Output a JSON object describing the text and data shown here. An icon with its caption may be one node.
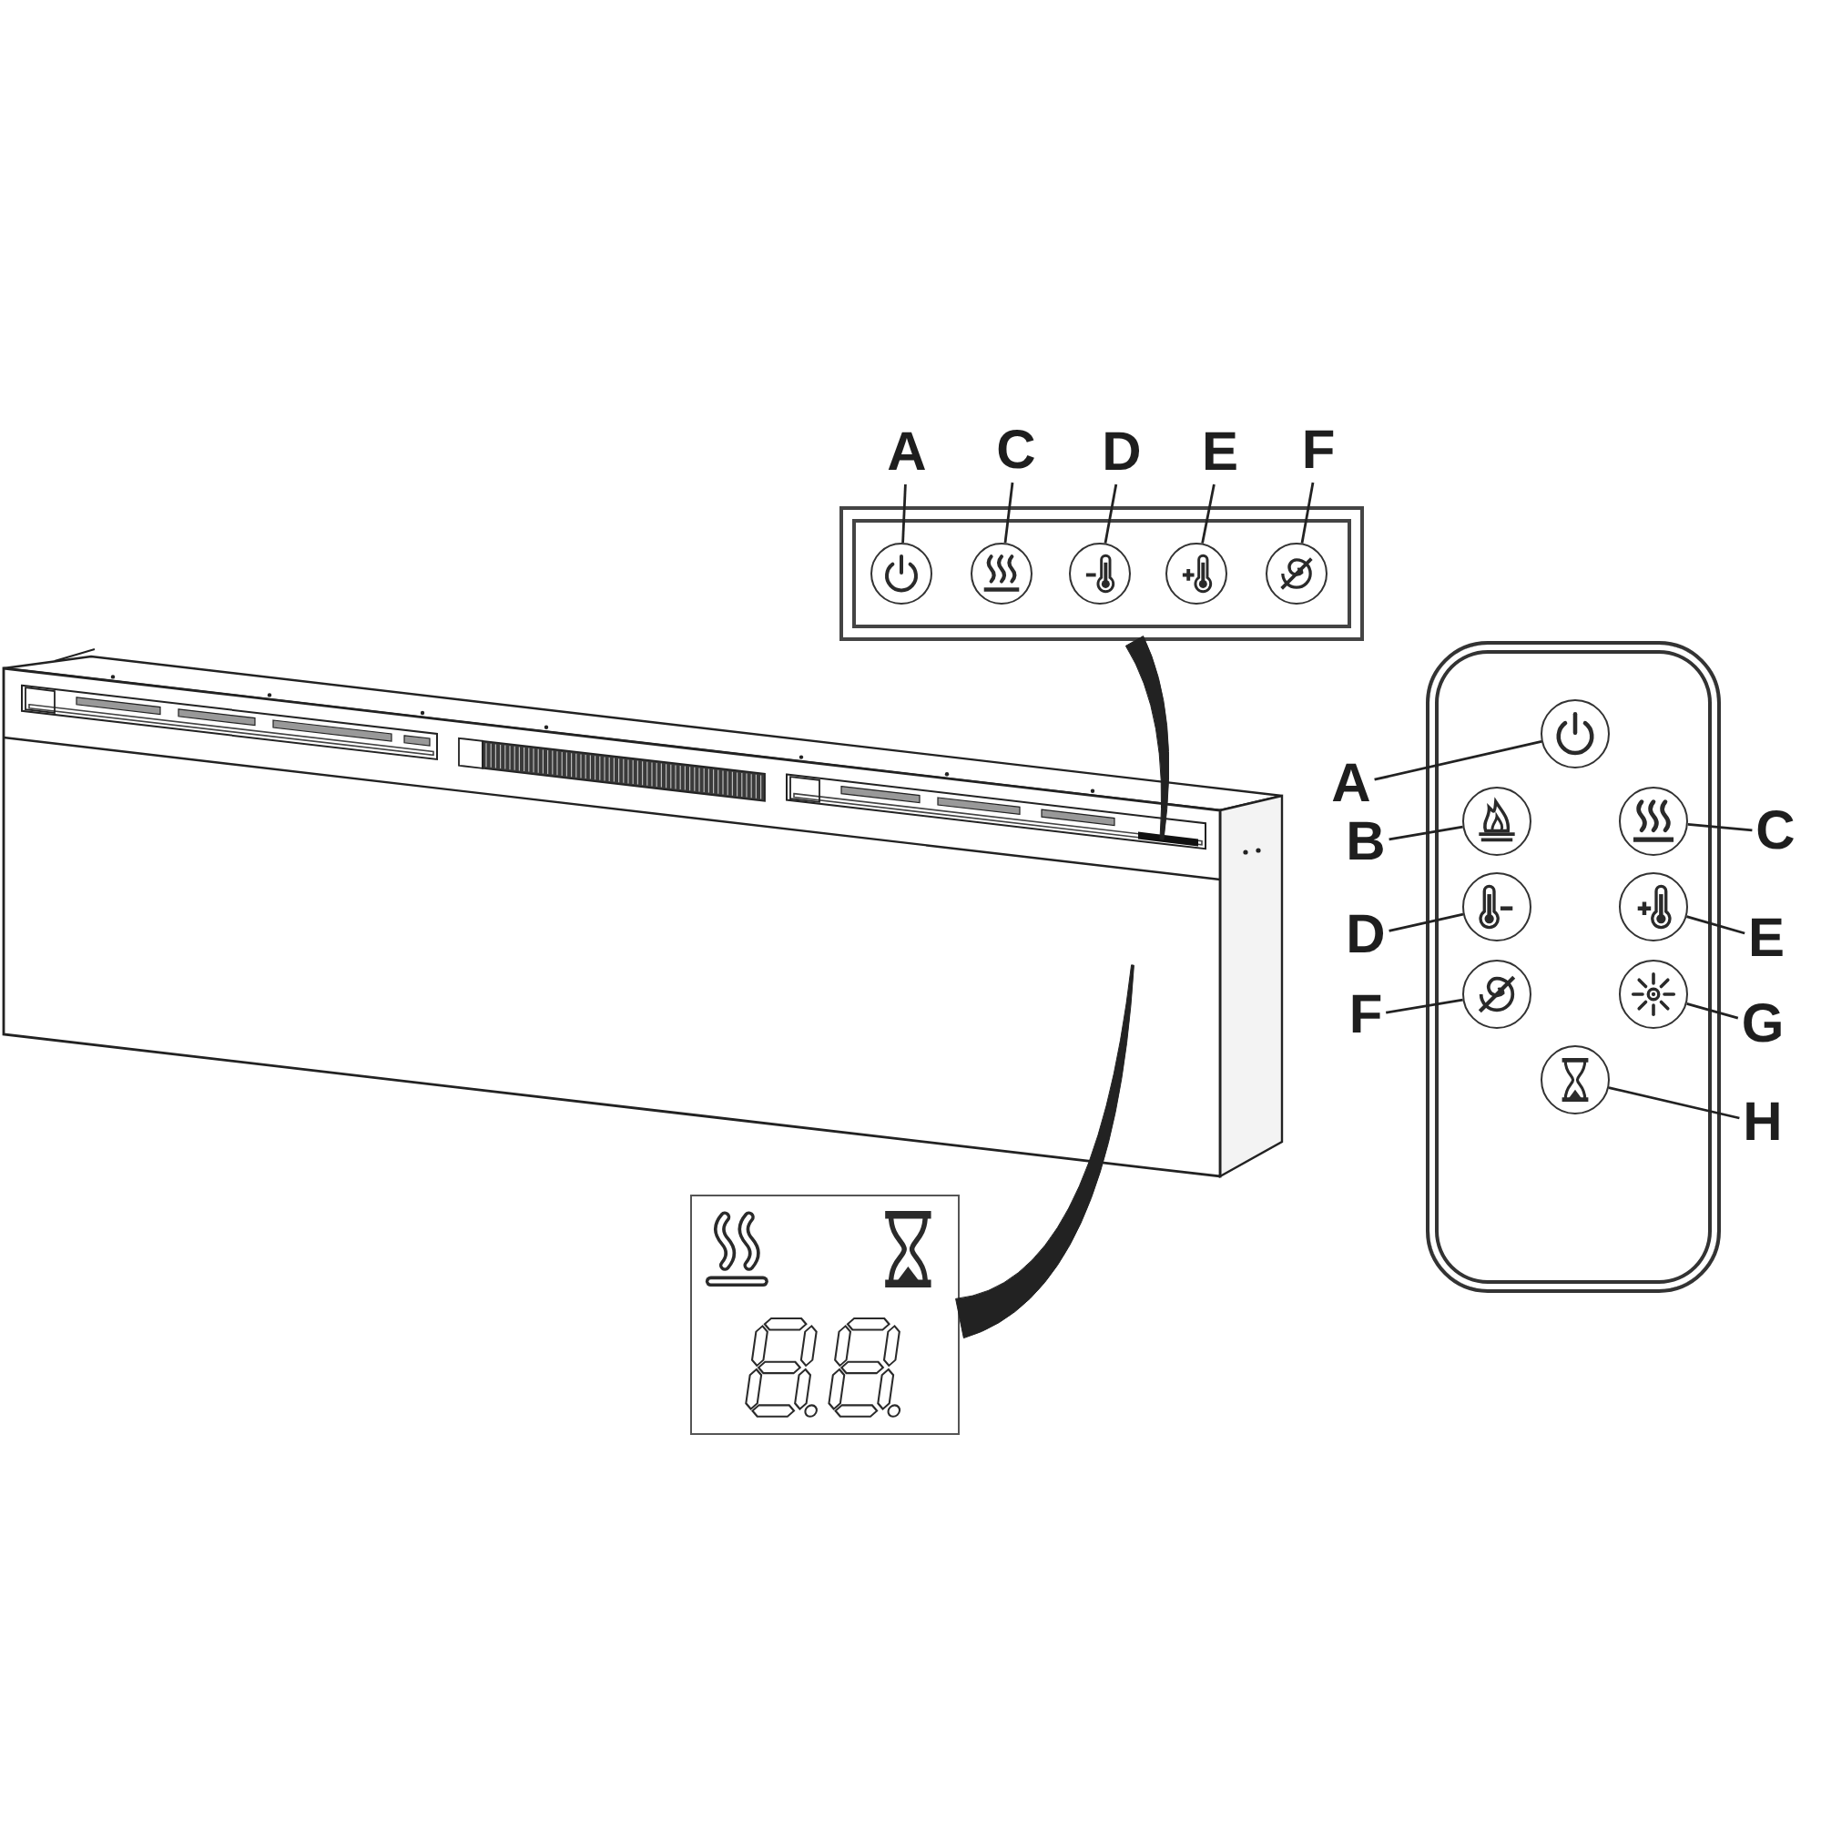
{
  "diagram": {
    "nodes": [
      {
        "text": [
          "A"
        ]
      },
      {
        "text": [
          "C"
        ]
      },
      {
        "text": [
          "D"
        ]
      },
      {
        "text": [
          "E"
        ]
      },
      {
        "text": [
          "F"
        ]
      },
      {
        "text": [],
        "shape": "box"
      },
      {
        "text": [],
        "shape": "circle",
        "in": 5
      },
      {
        "text": [],
        "shape": "circle",
        "in": 5
      },
      {
        "text": [],
        "shape": "circle",
        "in": 5
      },
      {
        "text": [],
        "shape": "circle",
        "in": 5
      },
      {
        "text": [],
        "shape": "circle",
        "in": 5
      },
      {
        "text": [],
        "shape": "picture"
      },
      {
        "text": [],
        "shape": "box"
      },
      {
        "text": [],
        "shape": "box"
      },
      {
        "text": [],
        "shape": "circle",
        "in": 13
      },
      {
        "text": [],
        "shape": "circle",
        "in": 13
      },
      {
        "text": [],
        "shape": "circle",
        "in": 13
      },
      {
        "text": [],
        "shape": "circle",
        "in": 13
      },
      {
        "text": [],
        "shape": "circle",
        "in": 13
      },
      {
        "text": [],
        "shape": "circle",
        "in": 13
      },
      {
        "text": [],
        "shape": "circle",
        "in": 13
      },
      {
        "text": [],
        "shape": "circle",
        "in": 13
      },
      {
        "text": [
          "A"
        ]
      },
      {
        "text": [
          "B"
        ]
      },
      {
        "text": [
          "C"
        ]
      },
      {
        "text": [
          "D"
        ]
      },
      {
        "text": [
          "E"
        ]
      },
      {
        "text": [
          "F"
        ]
      },
      {
        "text": [
          "G"
        ]
      },
      {
        "text": [
          "H"
        ]
      }
    ],
    "edges": [
      {
        "from": 0,
        "to": 6,
        "arrow": "none"
      },
      {
        "from": 1,
        "to": 7,
        "arrow": "none"
      },
      {
        "from": 2,
        "to": 8,
        "arrow": "none"
      },
      {
        "from": 3,
        "to": 9,
        "arrow": "none"
      },
      {
        "from": 4,
        "to": 10,
        "arrow": "none"
      },
      {
        "from": 5,
        "to": 11,
        "arrow": "none",
        "style": "thick"
      },
      {
        "from": 12,
        "to": 11,
        "arrow": "none",
        "style": "thick"
      },
      {
        "from": 22,
        "to": 14,
        "arrow": "none"
      },
      {
        "from": 23,
        "to": 15,
        "arrow": "none"
      },
      {
        "from": 24,
        "to": 16,
        "arrow": "none"
      },
      {
        "from": 25,
        "to": 17,
        "arrow": "none"
      },
      {
        "from": 26,
        "to": 18,
        "arrow": "none"
      },
      {
        "from": 27,
        "to": 19,
        "arrow": "none"
      },
      {
        "from": 28,
        "to": 20,
        "arrow": "none"
      },
      {
        "from": 29,
        "to": 21,
        "arrow": "none"
      }
    ]
  }
}
